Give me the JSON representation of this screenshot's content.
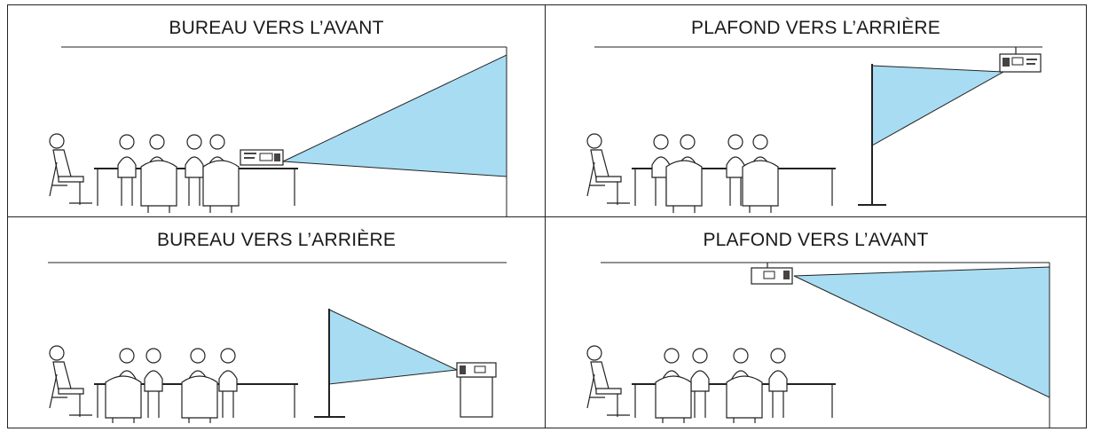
{
  "colors": {
    "beam": "#a8dcf2",
    "line": "#222222",
    "panel_bg": "#ffffff"
  },
  "panels": [
    {
      "id": "bureau-vers-lavant",
      "title": "BUREAU VERS L’AVANT",
      "mount": "desk",
      "projection": "front"
    },
    {
      "id": "plafond-vers-larriere",
      "title": "PLAFOND VERS L’ARRIÈRE",
      "mount": "ceiling",
      "projection": "rear"
    },
    {
      "id": "bureau-vers-larriere",
      "title": "BUREAU VERS L’ARRIÈRE",
      "mount": "desk",
      "projection": "rear"
    },
    {
      "id": "plafond-vers-lavant",
      "title": "PLAFOND VERS L’AVANT",
      "mount": "ceiling",
      "projection": "front"
    }
  ]
}
